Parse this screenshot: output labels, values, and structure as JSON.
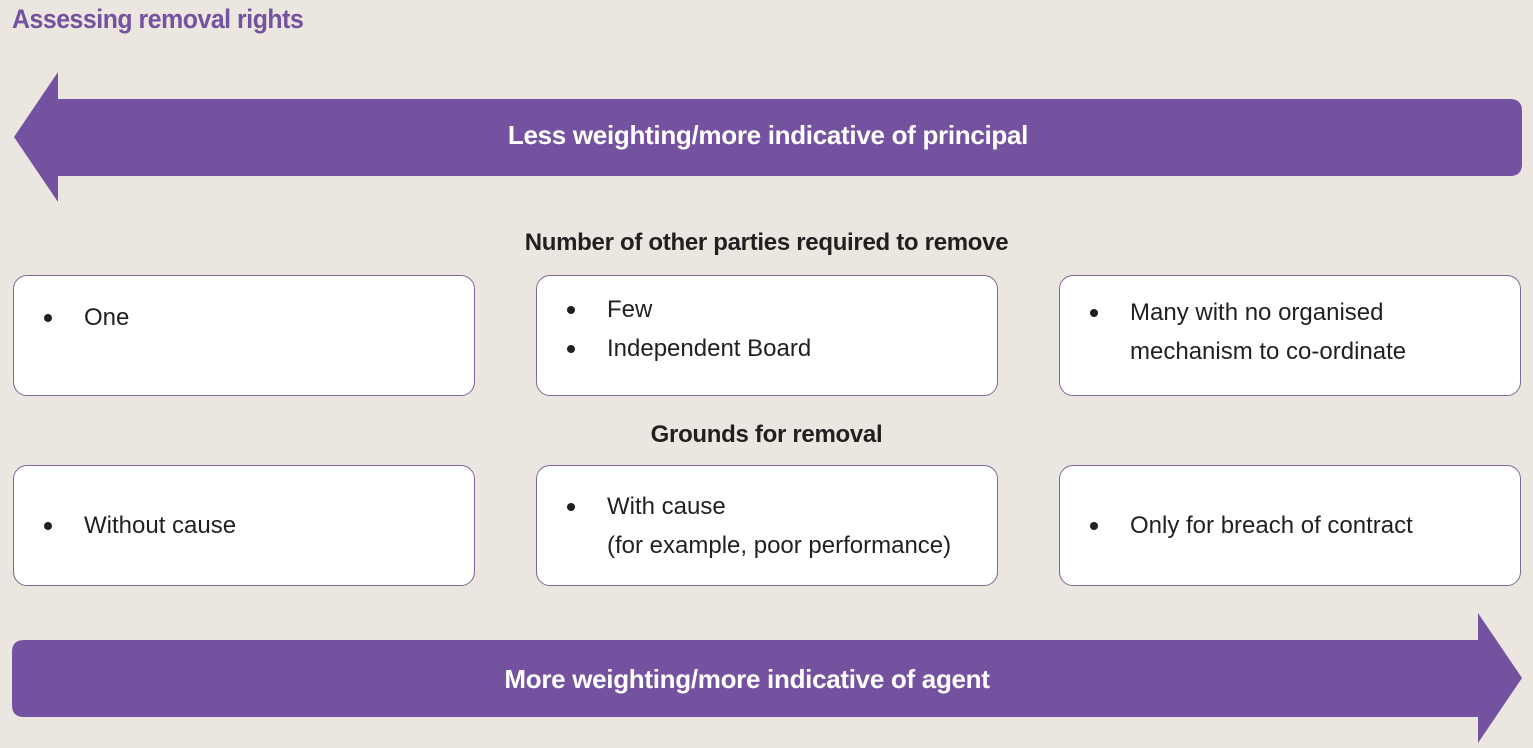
{
  "title": "Assessing removal rights",
  "colors": {
    "accent": "#7452a0",
    "background": "#ebe6e0",
    "card_border": "#7a6a94",
    "text": "#231f20"
  },
  "top_arrow": {
    "direction": "left",
    "icon": "arrow-left-icon",
    "label": "Less weighting/more indicative of principal"
  },
  "bottom_arrow": {
    "direction": "right",
    "icon": "arrow-right-icon",
    "label": "More weighting/more indicative of agent"
  },
  "sections": [
    {
      "heading": "Number of other parties required to remove",
      "cards": [
        {
          "items": [
            "One"
          ]
        },
        {
          "items": [
            "Few",
            "Independent Board"
          ]
        },
        {
          "items": [
            "Many with no organised\nmechanism to co-ordinate"
          ]
        }
      ]
    },
    {
      "heading": "Grounds for removal",
      "cards": [
        {
          "items": [
            "Without cause"
          ]
        },
        {
          "items": [
            "With cause\n(for example, poor performance)"
          ]
        },
        {
          "items": [
            "Only for breach of contract"
          ]
        }
      ]
    }
  ]
}
